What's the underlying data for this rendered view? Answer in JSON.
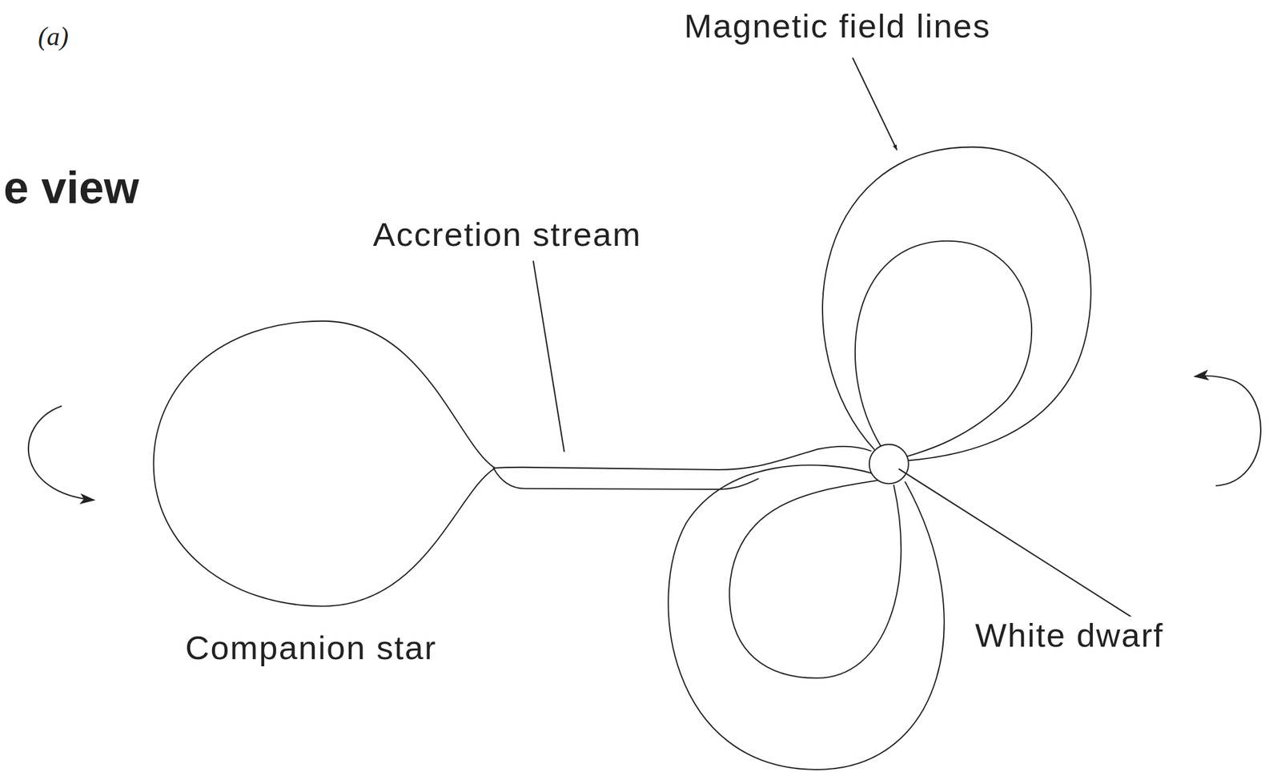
{
  "diagram": {
    "labels": [
      "(a)",
      "e view",
      "Magnetic field lines",
      "Accretion stream",
      "Companion star",
      "White dwarf"
    ]
  }
}
